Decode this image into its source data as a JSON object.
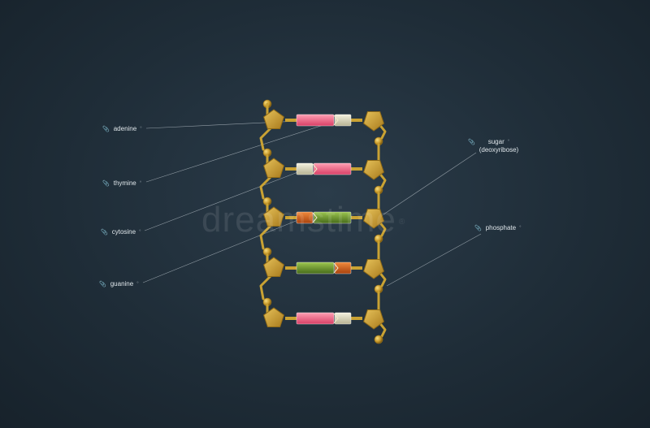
{
  "labels": {
    "adenine": "adenine",
    "thymine": "thymine",
    "cytosine": "cytosine",
    "guanine": "guanine",
    "sugar_line1": "sugar",
    "sugar_line2": "(deoxyribose)",
    "phosphate": "phosphate"
  },
  "watermark": {
    "text": "dreamstime",
    "mark": "®"
  },
  "base_pairs": [
    {
      "left": "adenine",
      "right": "thymine"
    },
    {
      "left": "thymine",
      "right": "adenine"
    },
    {
      "left": "cytosine",
      "right": "guanine"
    },
    {
      "left": "guanine",
      "right": "cytosine"
    },
    {
      "left": "adenine",
      "right": "thymine"
    }
  ],
  "colors": {
    "background": "#1f2d38",
    "backbone_gold": "#c9a233",
    "adenine": "#e8577a",
    "thymine": "#d8d4b6",
    "cytosine": "#cf5b1c",
    "guanine": "#5f8a2a",
    "leader_line": "#aeb8bf"
  },
  "icons": {
    "label_pin": "paperclip-icon"
  }
}
